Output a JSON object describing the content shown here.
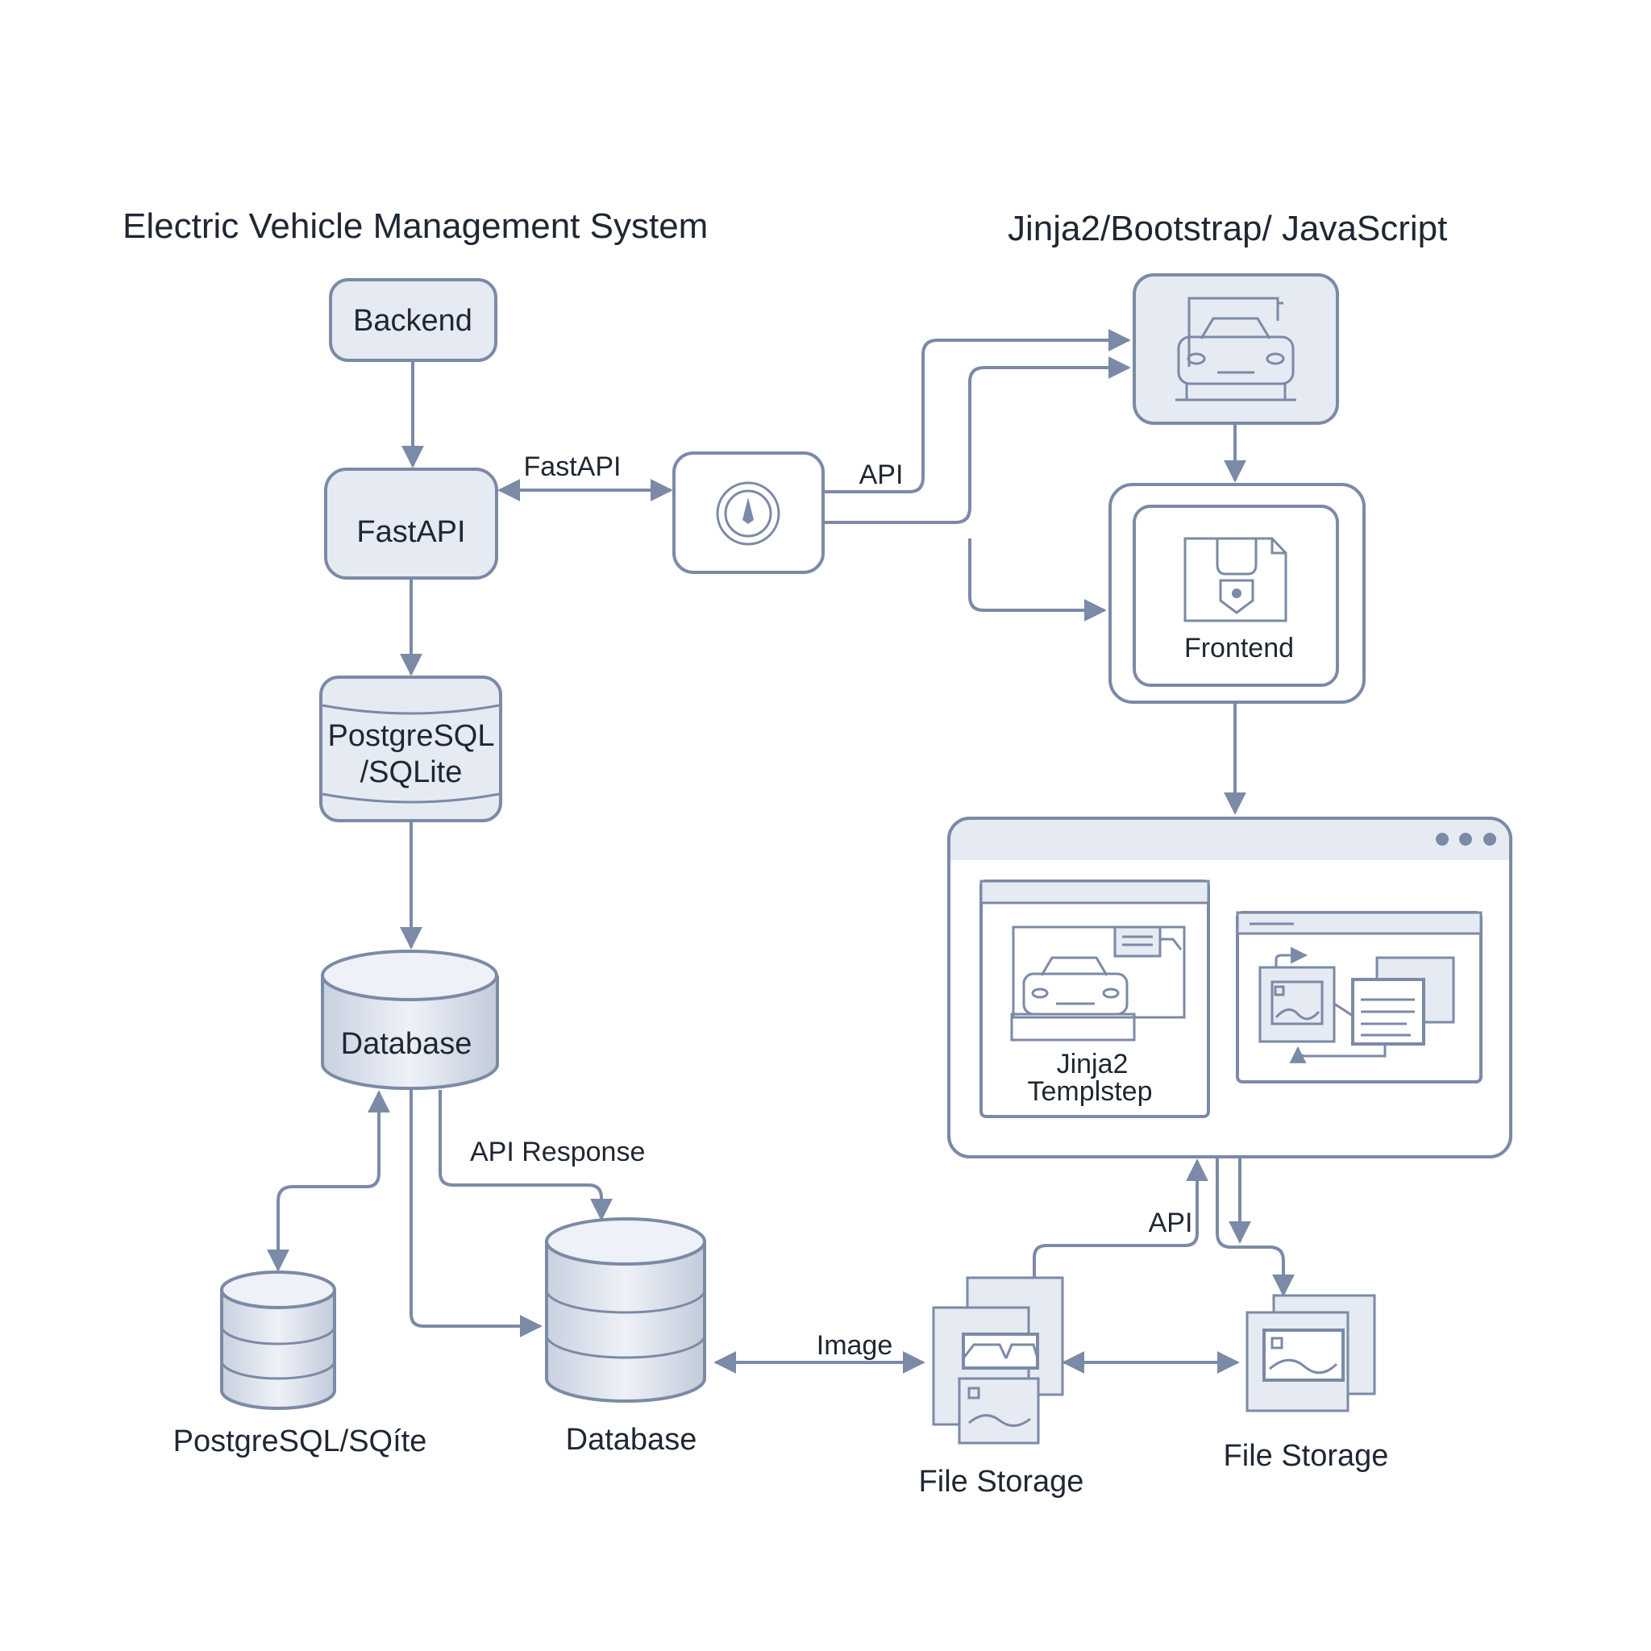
{
  "titles": {
    "left": "Electric Vehicle Management System",
    "right": "Jinja2/Bootstrap/ JavaScript"
  },
  "nodes": {
    "backend": "Backend",
    "fastapi": "FastAPI",
    "postgres_line1": "PostgreSQL",
    "postgres_line2": "/SQLite",
    "database_main": "Database",
    "frontend": "Frontend",
    "jinja_line1": "Jinja2",
    "jinja_line2": "Templstep",
    "postgres_small": "PostgreSQL/SQíte",
    "database_small": "Database",
    "file_storage_left": "File Storage",
    "file_storage_right": "File Storage"
  },
  "edges": {
    "fastapi": "FastAPI",
    "api_top": "API",
    "api_response": "API Response",
    "image": "Image",
    "api_bottom": "API"
  },
  "colors": {
    "stroke": "#7b8aa6",
    "fill": "#e6eaf2",
    "text": "#1f2733"
  }
}
